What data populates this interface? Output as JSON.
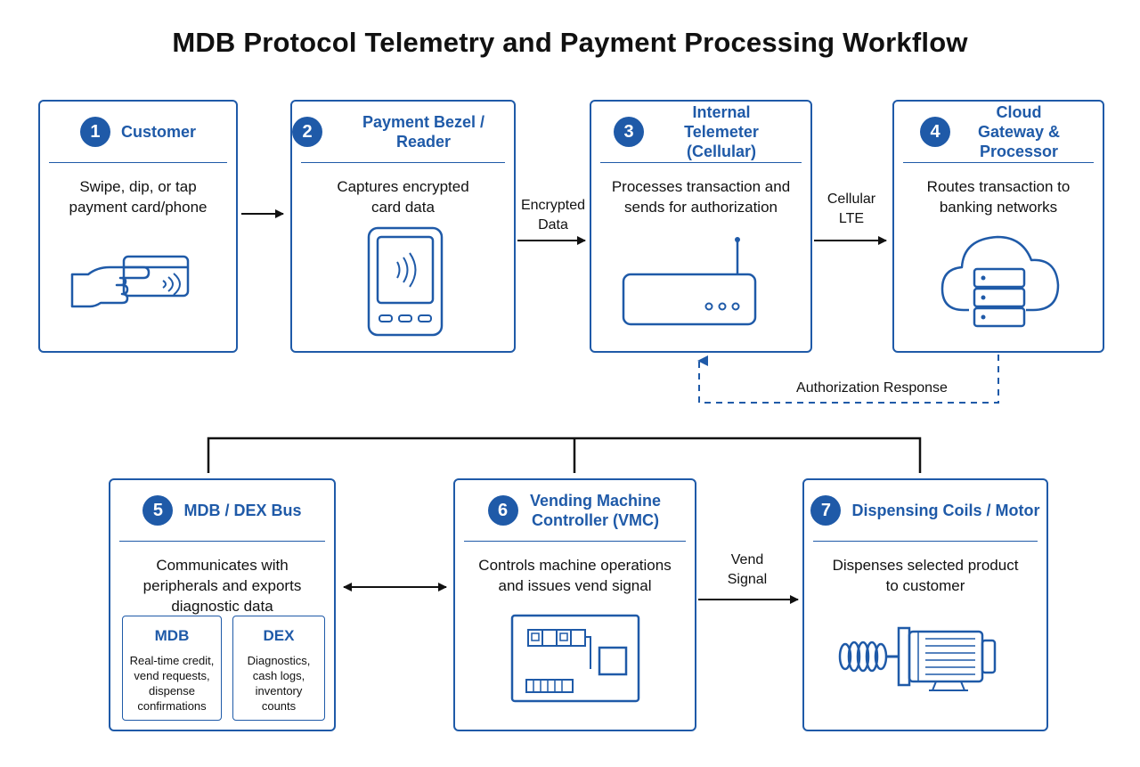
{
  "title": "MDB Protocol Telemetry and Payment Processing Workflow",
  "steps": [
    {
      "num": "1",
      "title": "Customer",
      "desc": "Swipe, dip, or tap payment card/phone",
      "icon": "hand-card-icon"
    },
    {
      "num": "2",
      "title": "Payment Bezel / Reader",
      "desc": "Captures encrypted card data",
      "icon": "card-reader-icon"
    },
    {
      "num": "3",
      "title": "Internal Telemeter (Cellular)",
      "desc": "Processes transaction and sends for authorization",
      "icon": "router-icon"
    },
    {
      "num": "4",
      "title": "Cloud Gateway & Processor",
      "desc": "Routes transaction to banking networks",
      "icon": "cloud-server-icon"
    },
    {
      "num": "5",
      "title": "MDB / DEX Bus",
      "desc": "Communicates with peripherals and exports diagnostic data",
      "icon": ""
    },
    {
      "num": "6",
      "title": "Vending Machine Controller (VMC)",
      "desc": "Controls machine operations and issues vend signal",
      "icon": "circuit-board-icon"
    },
    {
      "num": "7",
      "title": "Dispensing Coils / Motor",
      "desc": "Dispenses selected product to customer",
      "icon": "motor-coil-icon"
    }
  ],
  "bus": {
    "mdb": {
      "title": "MDB",
      "text": "Real-time credit, vend requests, dispense confirmations"
    },
    "dex": {
      "title": "DEX",
      "text": "Diagnostics, cash logs, inventory counts"
    }
  },
  "connectors": {
    "encrypted_data": "Encrypted Data",
    "cellular_lte": "Cellular LTE",
    "authorization_response": "Authorization Response",
    "vend_signal": "Vend Signal"
  },
  "colors": {
    "accent": "#1f5aa8",
    "text": "#111111",
    "line": "#111111"
  }
}
